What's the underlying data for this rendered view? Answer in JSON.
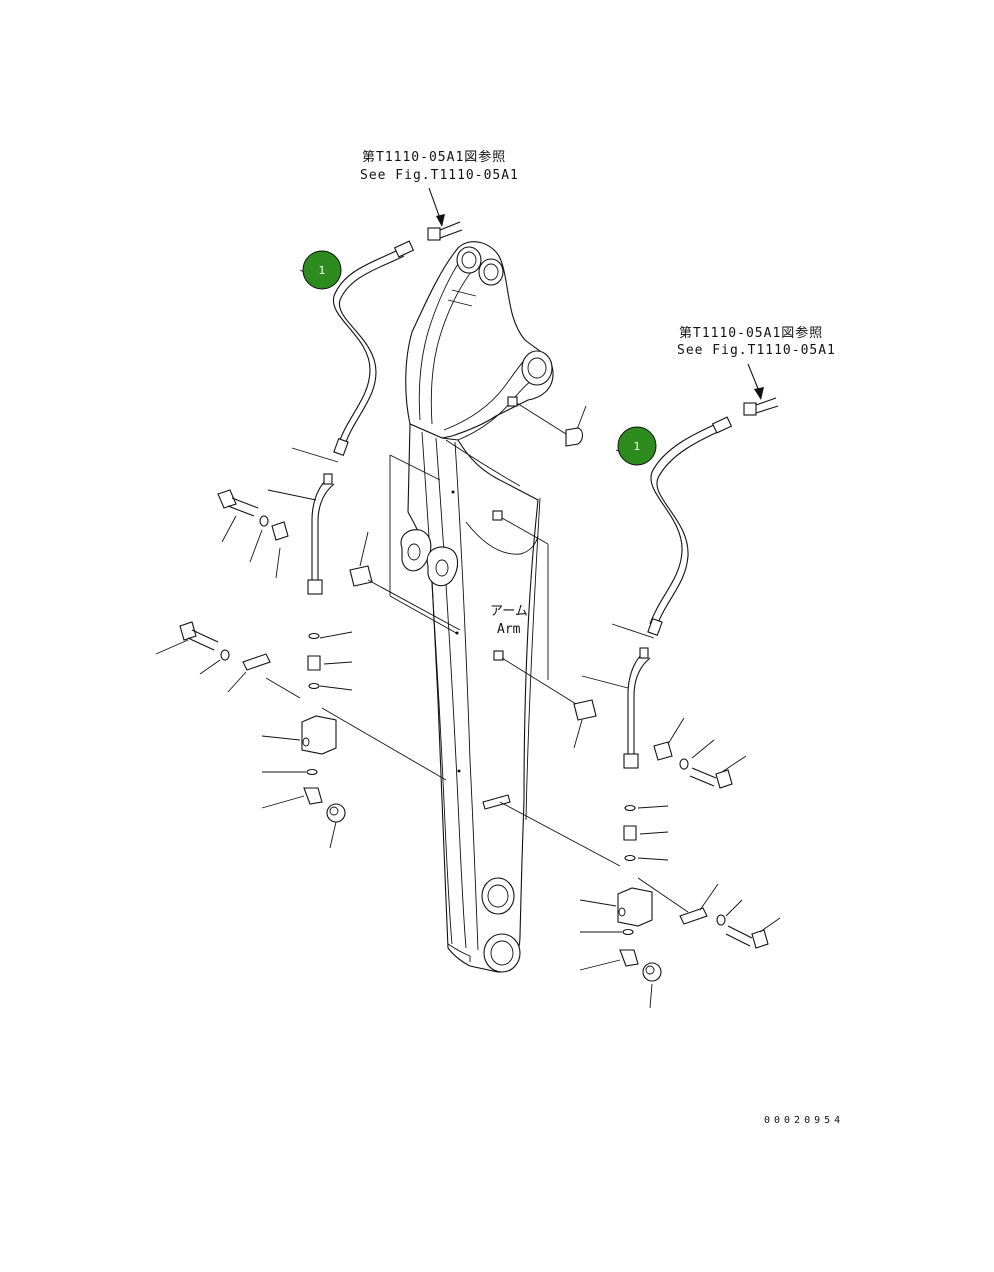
{
  "references": [
    {
      "jp": "第T1110-05A1図参照",
      "en": "See Fig.T1110-05A1"
    },
    {
      "jp": "第T1110-05A1図参照",
      "en": "See Fig.T1110-05A1"
    }
  ],
  "arm_label": {
    "jp": "アーム",
    "en": "Arm"
  },
  "callouts": [
    {
      "number": "1",
      "color": "#2e8b1e"
    },
    {
      "number": "1",
      "color": "#2e8b1e"
    }
  ],
  "drawing_code": "00020954"
}
